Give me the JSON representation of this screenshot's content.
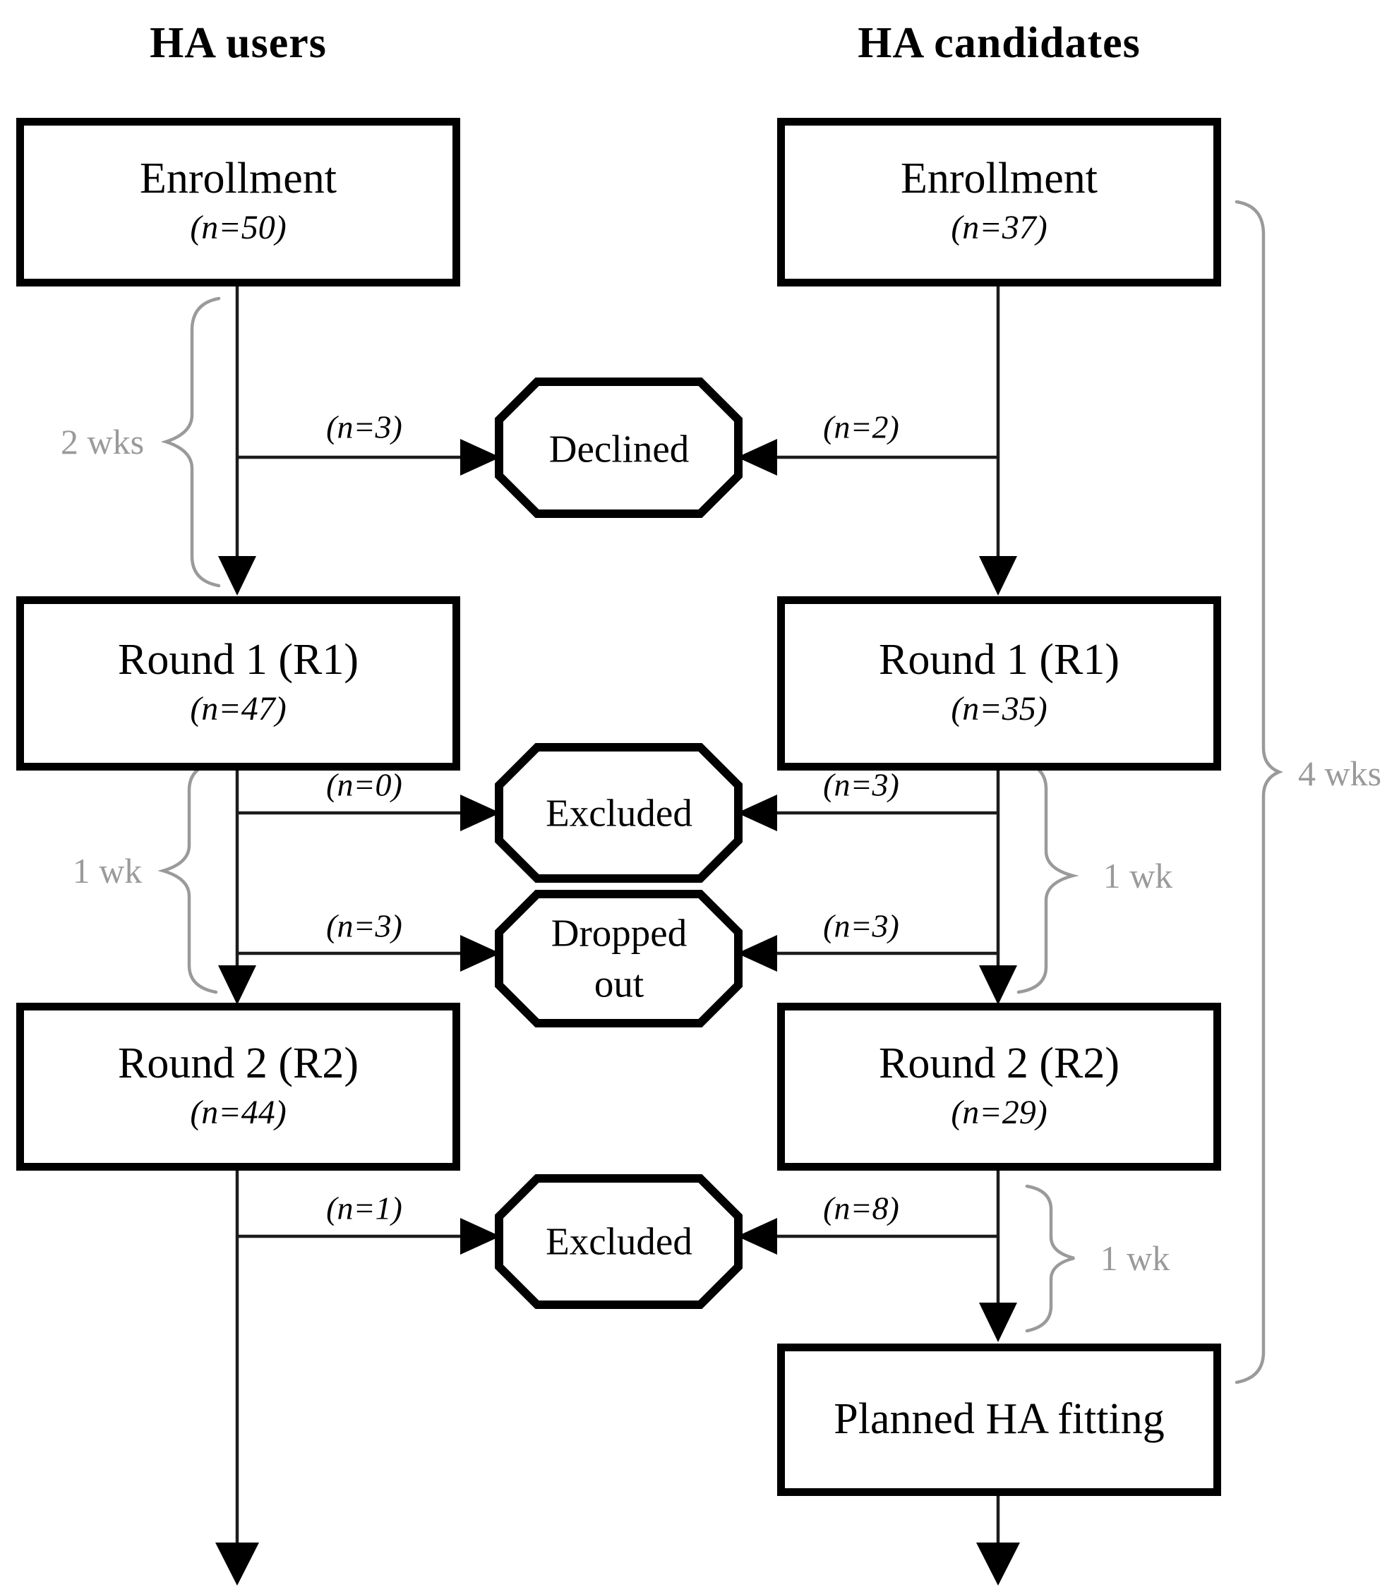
{
  "headers": {
    "left": "HA users",
    "right": "HA candidates"
  },
  "left_column": {
    "enrollment": {
      "title": "Enrollment",
      "count": "(n=50)"
    },
    "round1": {
      "title": "Round 1 (R1)",
      "count": "(n=47)"
    },
    "round2": {
      "title": "Round 2 (R2)",
      "count": "(n=44)"
    }
  },
  "right_column": {
    "enrollment": {
      "title": "Enrollment",
      "count": "(n=37)"
    },
    "round1": {
      "title": "Round 1 (R1)",
      "count": "(n=35)"
    },
    "round2": {
      "title": "Round 2 (R2)",
      "count": "(n=29)"
    },
    "planned": {
      "title": "Planned HA fitting"
    }
  },
  "octagons": {
    "declined": "Declined",
    "excluded1": "Excluded",
    "dropped": "Dropped out",
    "excluded2": "Excluded"
  },
  "flow_labels": {
    "left_declined": "(n=3)",
    "right_declined": "(n=2)",
    "left_excluded1": "(n=0)",
    "right_excluded1": "(n=3)",
    "left_dropped": "(n=3)",
    "right_dropped": "(n=3)",
    "left_excluded2": "(n=1)",
    "right_excluded2": "(n=8)"
  },
  "durations": {
    "left_enroll_to_r1": "2 wks",
    "left_r1_to_r2": "1 wk",
    "right_r1_to_r2": "1 wk",
    "right_r2_to_fit": "1 wk",
    "right_total": "4 wks"
  },
  "colors": {
    "ink": "#000000",
    "line": "#1c1c1c",
    "gray": "#9a9a9a",
    "bg": "#ffffff"
  }
}
